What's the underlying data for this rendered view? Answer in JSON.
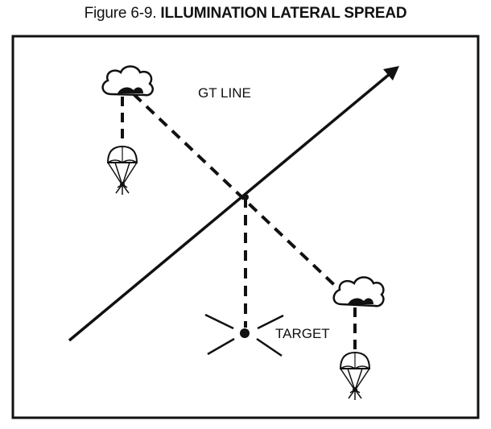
{
  "figure": {
    "number": "Figure 6-9.",
    "title": "ILLUMINATION LATERAL SPREAD"
  },
  "labels": {
    "gt_line": "GT LINE",
    "target": "TARGET"
  },
  "colors": {
    "ink": "#111111",
    "background": "#ffffff"
  }
}
